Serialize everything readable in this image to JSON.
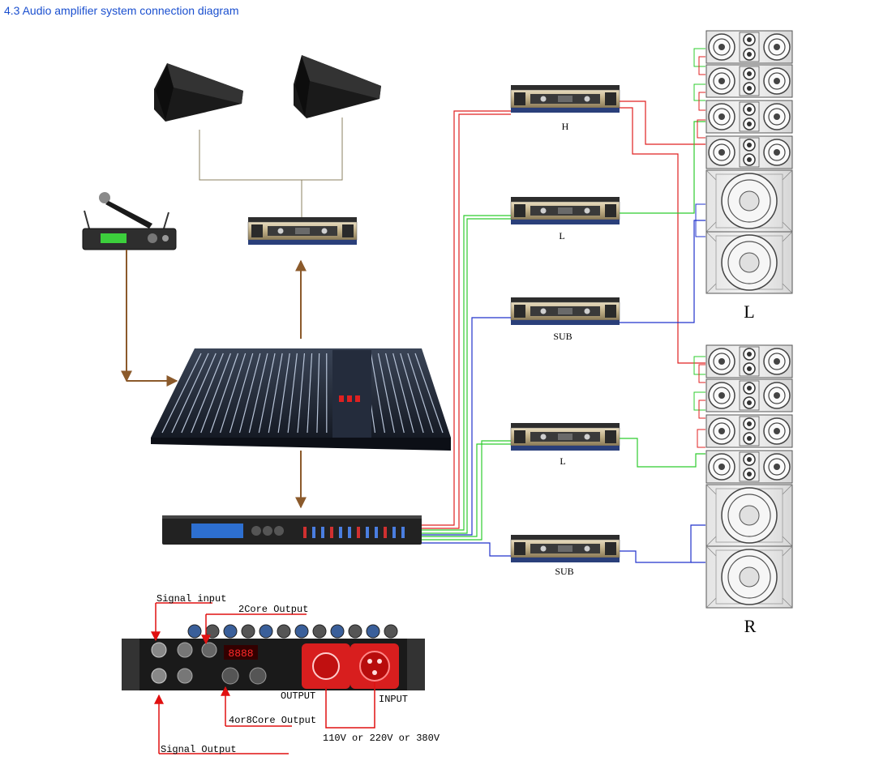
{
  "header": {
    "title": "4.3 Audio amplifier system connection diagram"
  },
  "amplifier_labels": {
    "h": "H",
    "l_top": "L",
    "sub_top": "SUB",
    "l_bottom": "L",
    "sub_bottom": "SUB"
  },
  "array_labels": {
    "left": "L",
    "right": "R"
  },
  "power_box": {
    "signal_input": "Signal input",
    "two_core_output": "2Core Output",
    "output": "OUTPUT",
    "input": "INPUT",
    "four_or_eight_core_output": "4or8Core Output",
    "voltage": "110V or 220V or 380V",
    "signal_output": "Signal Output",
    "display": "8888"
  },
  "colors": {
    "title": "#1a4fcf",
    "brown": "#8b5a2b",
    "red": "#e02020",
    "green": "#2ecc2e",
    "blue": "#2233cc",
    "annotation_red": "#e01010"
  }
}
